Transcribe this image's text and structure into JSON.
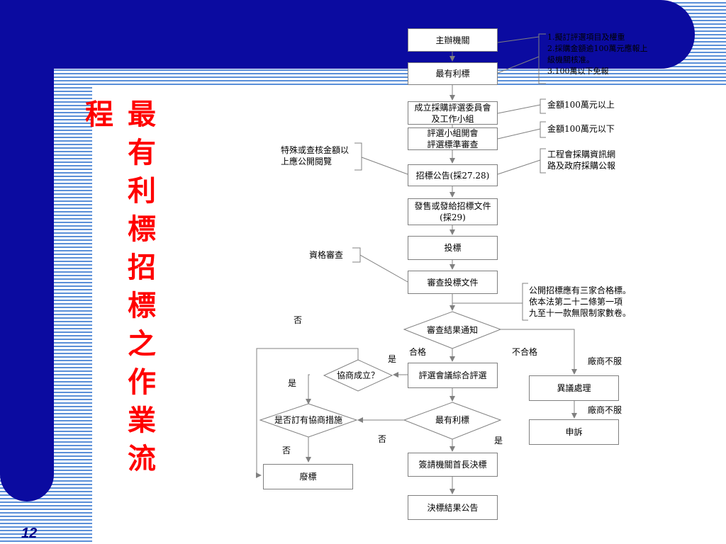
{
  "title": "最有利標招標之作業流程",
  "page_number": "12",
  "nodes": {
    "n1": "主辦機關",
    "n2": "最有利標",
    "n3": "成立採購評選委員會\n及工作小組",
    "n4": "評選小組開會\n評選標準審查",
    "n5": "招標公告(採27.28)",
    "n6": "發售或發給招標文件\n(採29)",
    "n7": "投標",
    "n8": "審查投標文件",
    "d1": "審查結果通知",
    "n9": "評選會議綜合評選",
    "d2": "最有利標",
    "n10": "簽請機關首長決標",
    "n11": "決標結果公告",
    "d3": "協商成立？",
    "d4": "是否訂有協商措施",
    "n12": "廢標",
    "n13": "異議處理",
    "n14": "申訴"
  },
  "notes": {
    "top_right": "1.擬訂評選項目及權重\n2.採購金額逾100萬元應報上\n級機關核准。\n3.100萬以下免報",
    "amount_above": "金額100萬元以上",
    "amount_below": "金額100萬元以下",
    "publish": "工程會採購資訊網\n路及政府採購公報",
    "special": "特殊或查核金額以\n上應公開閱覽",
    "qualification": "資格審查",
    "public_bid": "公開招標應有三家合格標。\n依本法第二十二條第一項\n九至十一款無限制家數卷。",
    "no_top": "否",
    "yes_1": "是",
    "yes_2": "是",
    "pass": "合格",
    "fail": "不合格",
    "vendor_disagree_1": "廠商不服",
    "vendor_disagree_2": "廠商不服",
    "no_2": "否",
    "no_3": "否",
    "yes_3": "是"
  }
}
